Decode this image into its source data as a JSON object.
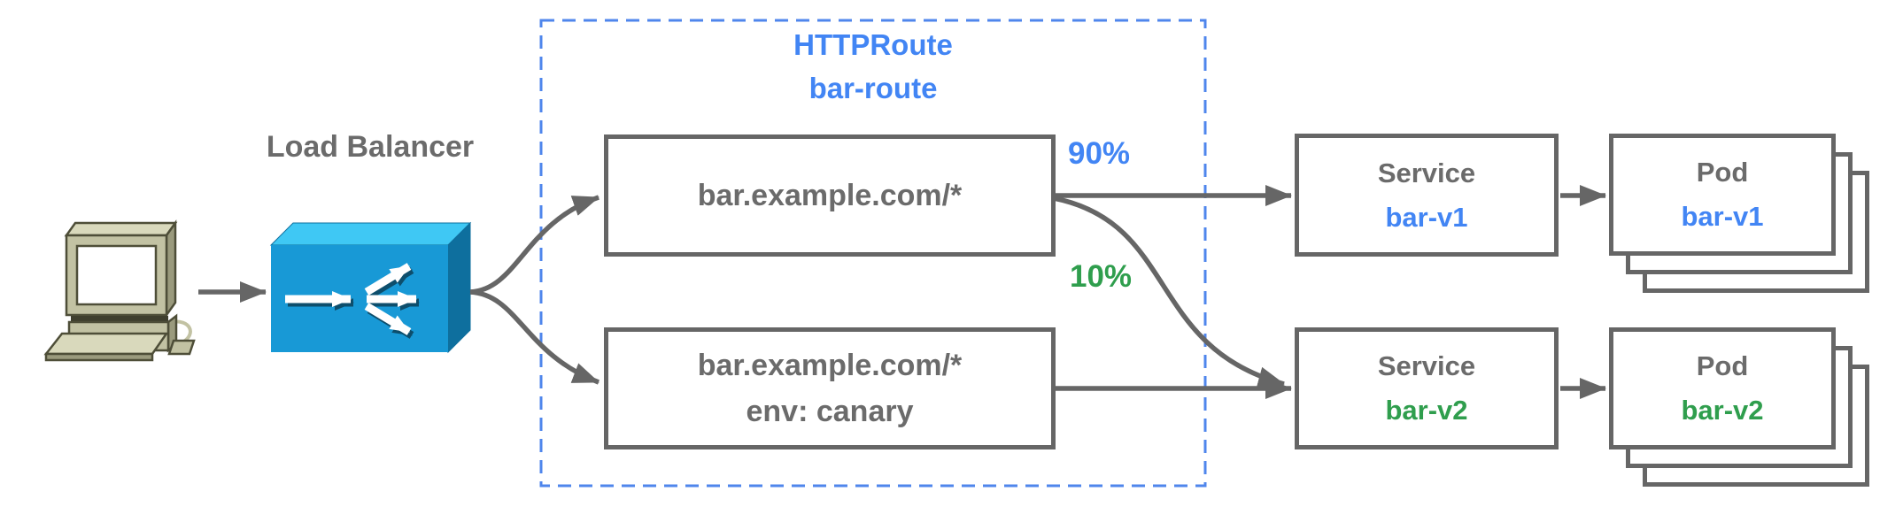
{
  "labels": {
    "load_balancer": "Load Balancer",
    "httproute_kind": "HTTPRoute",
    "httproute_name": "bar-route"
  },
  "routes": [
    {
      "host": "bar.example.com/*"
    },
    {
      "host": "bar.example.com/*",
      "match": "env: canary"
    }
  ],
  "weights": [
    {
      "label": "90%"
    },
    {
      "label": "10%"
    }
  ],
  "services": [
    {
      "kind": "Service",
      "name": "bar-v1"
    },
    {
      "kind": "Service",
      "name": "bar-v2"
    }
  ],
  "pods": [
    {
      "kind": "Pod",
      "name": "bar-v1"
    },
    {
      "kind": "Pod",
      "name": "bar-v2"
    }
  ],
  "icons": {
    "client": "desktop-computer-icon",
    "load_balancer": "load-balancer-fanout-icon"
  },
  "colors": {
    "blue": "#4285f4",
    "green": "#2f9e4d",
    "gray_text": "#6b6b6b",
    "border": "#666666",
    "dash_blue": "#4f86ec",
    "lb_front": "#1899d6",
    "lb_top": "#3fc8f4",
    "lb_side": "#0e6f9e",
    "pc_body": "#c2c2a3",
    "pc_body_light": "#d9d9bc",
    "pc_body_dark": "#9a9a7d",
    "pc_outline": "#4e4e38"
  }
}
